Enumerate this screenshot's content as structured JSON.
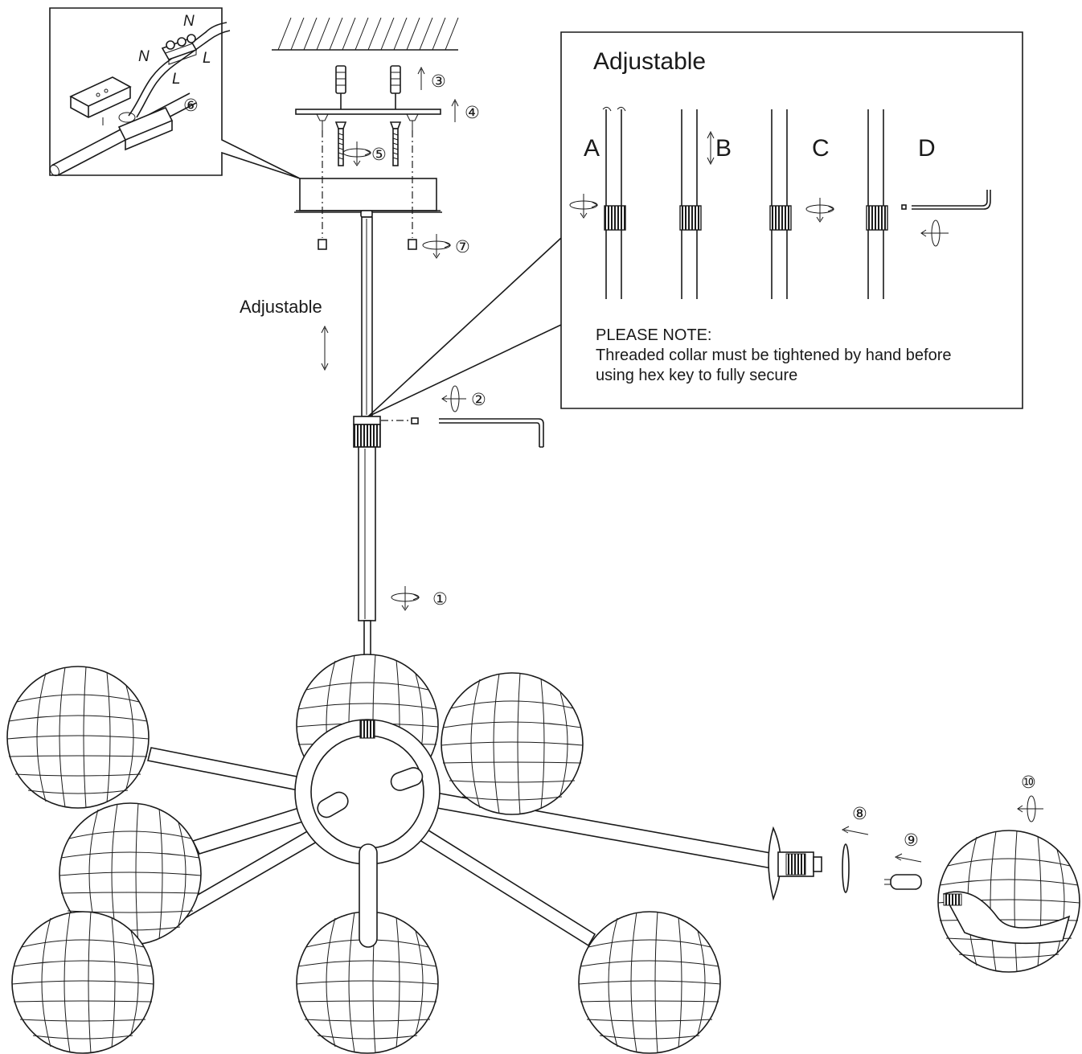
{
  "adjustable_panel": {
    "title": "Adjustable",
    "variants": [
      "A",
      "B",
      "C",
      "D"
    ],
    "note_heading": "PLEASE NOTE:",
    "note_line1": "Threaded collar must be tightened by hand before",
    "note_line2": "using hex key to fully secure"
  },
  "rod_label": "Adjustable",
  "wiring": {
    "neutral": "N",
    "live": "L"
  },
  "steps": [
    "①",
    "②",
    "③",
    "④",
    "⑤",
    "⑥",
    "⑦",
    "⑧",
    "⑨",
    "⑩"
  ]
}
